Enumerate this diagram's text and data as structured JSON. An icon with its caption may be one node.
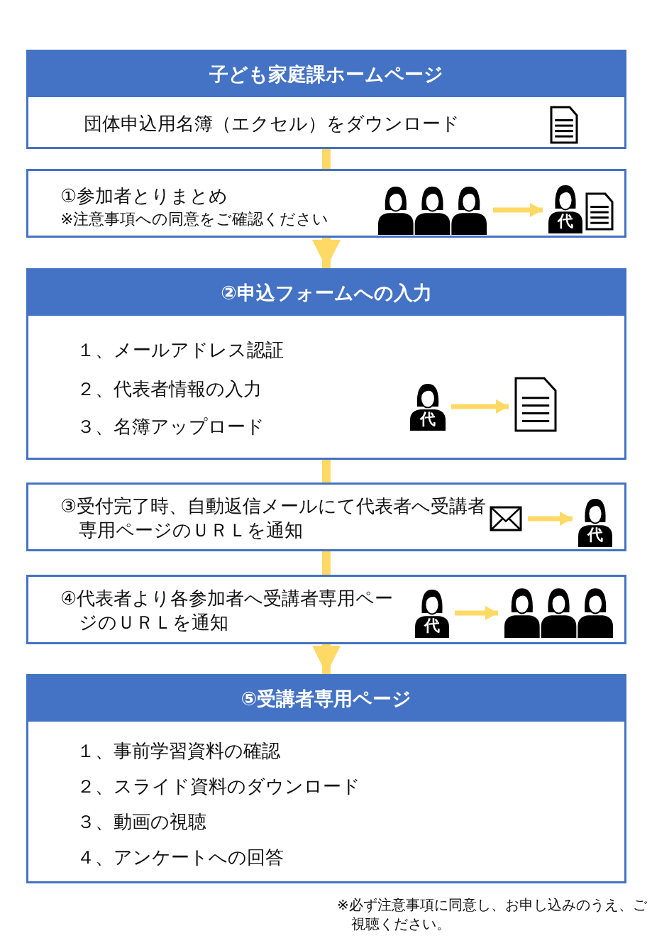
{
  "diagram": {
    "nodes": [
      {
        "text": [
          "子ども家庭課ホームページ",
          "団体申込用名簿（エクセル）をダウンロード"
        ]
      },
      {
        "text": [
          "①参加者とりまとめ",
          "※注意事項への同意をご確認ください"
        ]
      },
      {
        "text": [],
        "shape": "person",
        "in": 1
      },
      {
        "text": [
          "代"
        ],
        "in": 1
      },
      {
        "text": [
          "②申込フォームへの入力",
          "１、メールアドレス認証",
          "２、代表者情報の入力",
          "３、名簿アップロード"
        ]
      },
      {
        "text": [
          "代"
        ],
        "in": 4
      },
      {
        "text": [],
        "shape": "document",
        "in": 4
      },
      {
        "text": [
          "③受付完了時、自動返信メールにて代表者へ受講者専用ページのＵＲＬを通知"
        ]
      },
      {
        "text": [],
        "shape": "envelope",
        "in": 7
      },
      {
        "text": [
          "代"
        ],
        "in": 7
      },
      {
        "text": [
          "④代表者より各参加者へ受講者専用ページのＵＲＬを通知"
        ]
      },
      {
        "text": [
          "代"
        ],
        "in": 10
      },
      {
        "text": [],
        "shape": "person",
        "in": 10
      },
      {
        "text": [
          "⑤受講者専用ページ",
          "１、事前学習資料の確認",
          "２、スライド資料のダウンロード",
          "３、動画の視聴",
          "４、アンケートへの回答"
        ]
      }
    ],
    "edges": [
      {
        "from": 0,
        "to": 1,
        "arrow": "none"
      },
      {
        "from": 2,
        "to": 3,
        "arrow": "to"
      },
      {
        "from": 1,
        "to": 4,
        "arrow": "to"
      },
      {
        "from": 5,
        "to": 6,
        "arrow": "to"
      },
      {
        "from": 4,
        "to": 7,
        "arrow": "none"
      },
      {
        "from": 8,
        "to": 9,
        "arrow": "to"
      },
      {
        "from": 7,
        "to": 10,
        "arrow": "none"
      },
      {
        "from": 11,
        "to": 12,
        "arrow": "to"
      },
      {
        "from": 10,
        "to": 13,
        "arrow": "to"
      }
    ],
    "labels": [
      "※必ず注意事項に同意し、お申し込みのうえ、ご視聴ください。"
    ]
  }
}
